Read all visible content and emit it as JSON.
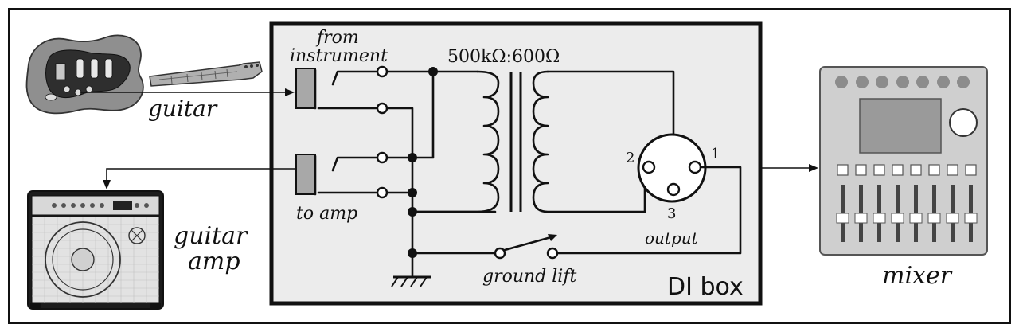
{
  "labels": {
    "from_instrument_line1": "from",
    "from_instrument_line2": "instrument",
    "impedance_ratio": "500kΩ:600Ω",
    "guitar": "guitar",
    "guitar_amp_line1": "guitar",
    "guitar_amp_line2": "amp",
    "to_amp": "to amp",
    "pin_2": "2",
    "pin_1": "1",
    "pin_3": "3",
    "output": "output",
    "ground_lift": "ground lift",
    "di_box": "DI box",
    "mixer": "mixer"
  },
  "colors": {
    "line": "#111111",
    "box_fill": "#ececec",
    "jack_fill": "#a8a8a8",
    "device_gray": "#b8b8b8",
    "knob_gray": "#8c8c8c"
  },
  "icons": {
    "guitar": "electric-guitar-icon",
    "amp": "guitar-amplifier-icon",
    "mixer": "audio-mixer-icon",
    "ground": "ground-symbol-icon",
    "xlr": "xlr-connector-icon"
  }
}
